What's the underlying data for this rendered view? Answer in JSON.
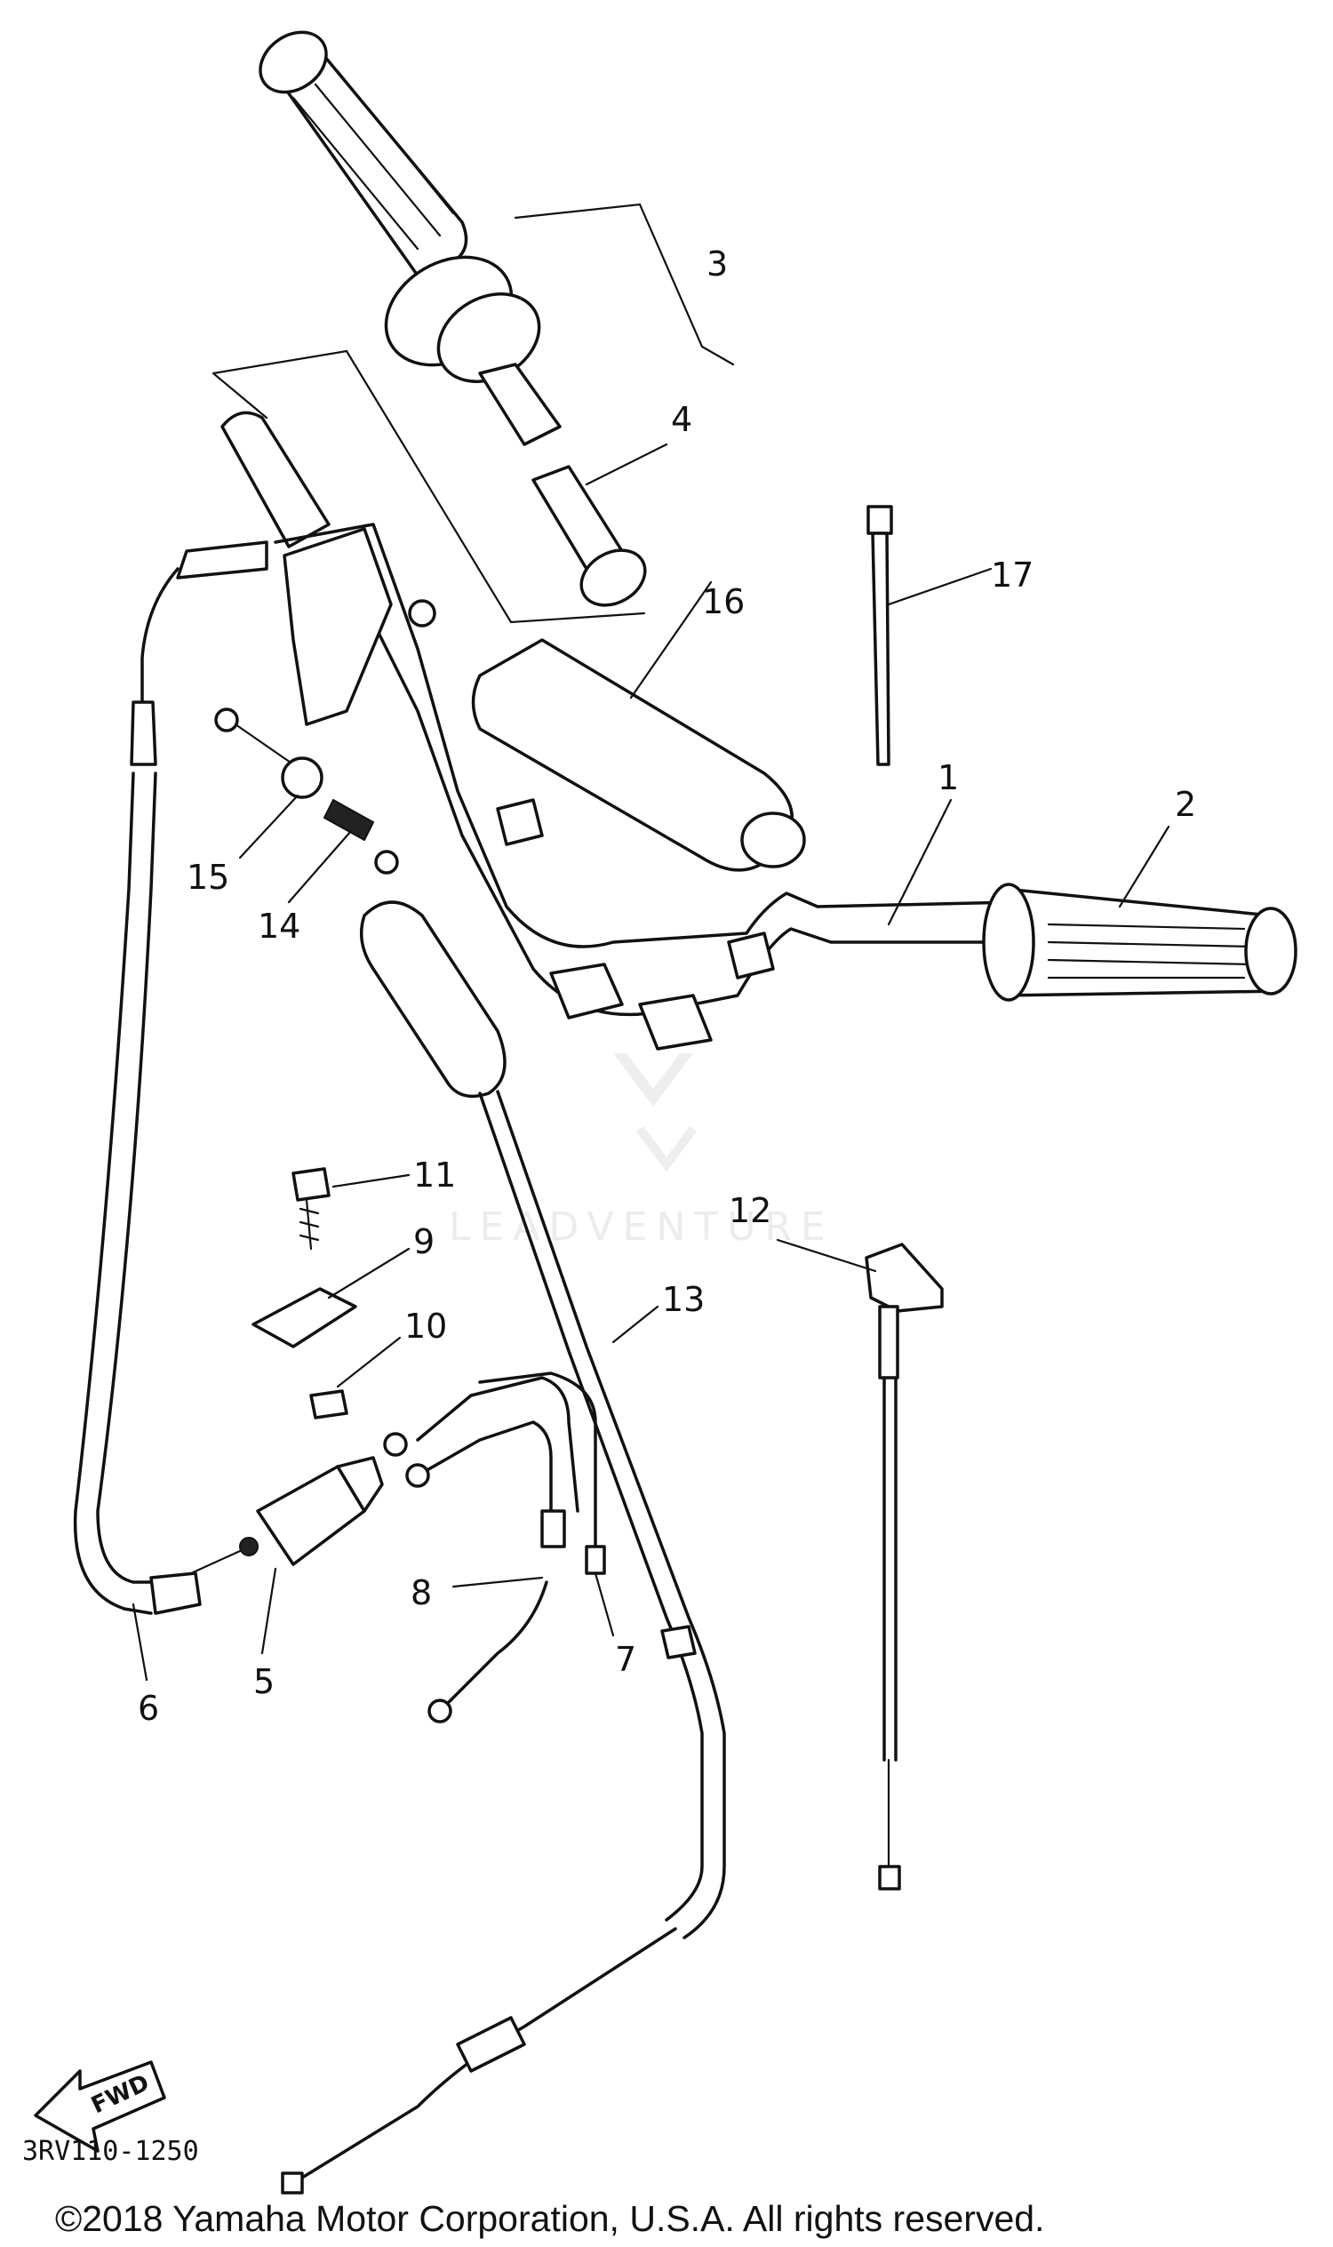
{
  "diagram": {
    "callouts": [
      "1",
      "2",
      "3",
      "4",
      "5",
      "6",
      "7",
      "8",
      "9",
      "10",
      "11",
      "12",
      "13",
      "14",
      "15",
      "16",
      "17"
    ],
    "fwd_label": "FWD",
    "diagram_code": "3RV110-1250",
    "watermark": "LEADVENTURE",
    "copyright": "©2018 Yamaha Motor Corporation, U.S.A. All rights reserved."
  }
}
